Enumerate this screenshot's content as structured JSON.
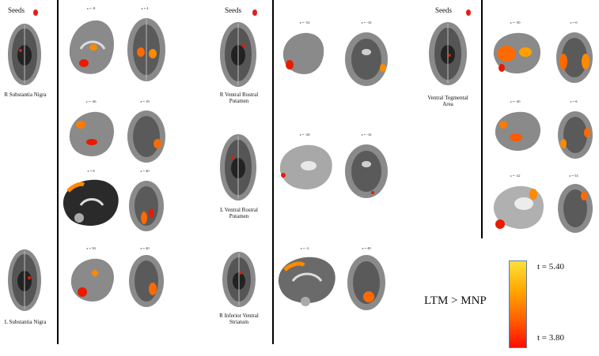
{
  "colors": {
    "activation_dark": "#e81b00",
    "activation_light": "#ffb000",
    "seed": "#e51d1d"
  },
  "seed_header": "Seeds",
  "panels": [
    {
      "seeds": [
        {
          "label": "R Substantia Nigra"
        },
        {
          "label": "L Substantia Nigra"
        }
      ],
      "maps": [
        {
          "sag": "x = -8",
          "ax": "z = 4"
        },
        {
          "sag": "x = -46",
          "ax": "z = 18"
        },
        {
          "sag": "x = 8",
          "ax": "z = 40"
        },
        {
          "sag": "x = 50",
          "ax": "z = 40"
        }
      ]
    },
    {
      "seeds": [
        {
          "label": "R Ventral Rostral Putamen"
        },
        {
          "label": "L Ventral Rostral Putamen"
        },
        {
          "label": "R Inferior Ventral Striatum"
        }
      ],
      "maps": [
        {
          "sag": "x = -52",
          "ax": "z = -16"
        },
        {
          "sag": "x = -28",
          "ax": "z = -16"
        },
        {
          "sag": "x = -2",
          "ax": "z = 40"
        }
      ]
    },
    {
      "seeds": [
        {
          "label": "Ventral Tegmental Area"
        }
      ],
      "maps": [
        {
          "sag": "x = -50",
          "ax": "z = 0"
        },
        {
          "sag": "x = -40",
          "ax": "z = 8"
        },
        {
          "sag": "x = -22",
          "ax": "z = 54"
        }
      ]
    }
  ],
  "legend": {
    "contrast": "LTM > MNP",
    "t_max": "t = 5.40",
    "t_min": "t = 3.80"
  }
}
